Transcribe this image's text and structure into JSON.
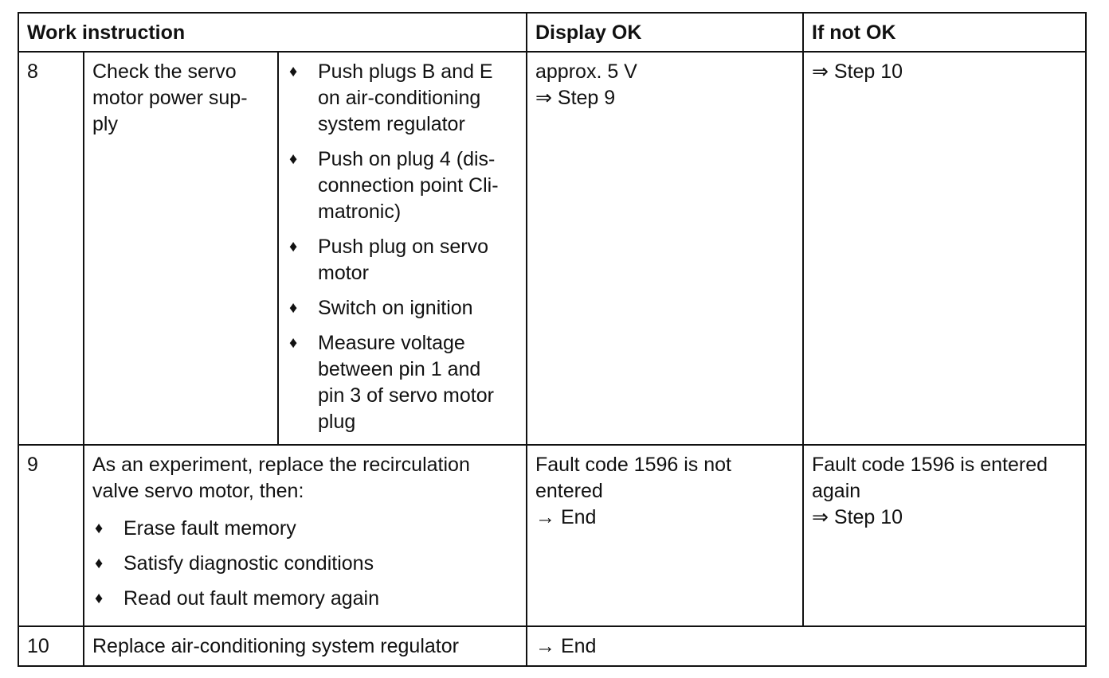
{
  "headers": {
    "work_instruction": "Work instruction",
    "display_ok": "Display OK",
    "if_not_ok": "If not OK"
  },
  "bullet_glyph": "♦",
  "rows": [
    {
      "step": "8",
      "instruction": "Check the servo motor power sup-ply",
      "actions": [
        "Push plugs B and E on air-conditioning system regulator",
        "Push on plug 4 (dis-connection point Cli-matronic)",
        "Push plug on servo motor",
        "Switch on ignition",
        "Measure voltage between pin 1 and pin 3 of servo motor plug"
      ],
      "display_ok": [
        "approx. 5 V",
        "⇒ Step 9"
      ],
      "if_not_ok": [
        "⇒ Step 10"
      ]
    },
    {
      "step": "9",
      "instruction": "As an experiment, replace the recirculation valve servo motor, then:",
      "actions": [
        "Erase fault memory",
        "Satisfy diagnostic conditions",
        "Read out fault memory again"
      ],
      "display_ok": [
        "Fault code 1596 is not entered",
        "→ End"
      ],
      "if_not_ok": [
        "Fault code 1596 is entered again",
        "⇒ Step 10"
      ]
    },
    {
      "step": "10",
      "instruction": "Replace air-conditioning system regulator",
      "result": "→ End"
    }
  ]
}
